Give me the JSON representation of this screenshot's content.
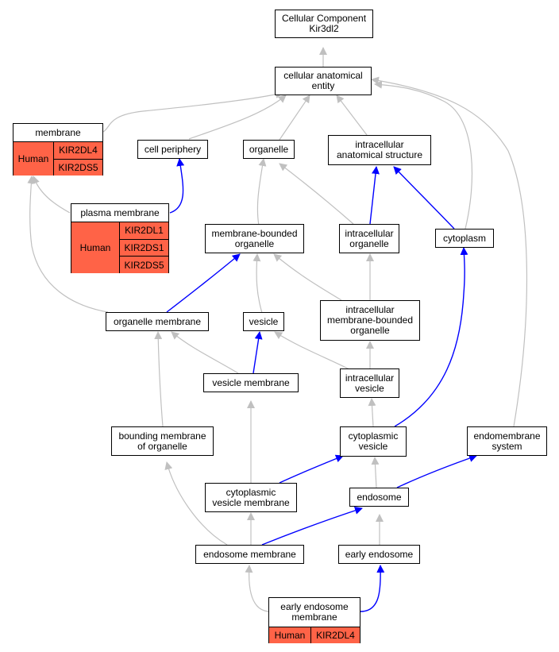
{
  "colors": {
    "edge_gray": "#c0c0c0",
    "edge_blue": "#0000ff",
    "annotation_fill": "#ff6347",
    "node_border": "#000000"
  },
  "nodes": {
    "cellular_component": "Cellular Component\nKir3dl2",
    "cellular_anatomical_entity": "cellular anatomical\nentity",
    "cell_periphery": "cell periphery",
    "organelle": "organelle",
    "intracellular_anatomical_structure": "intracellular\nanatomical structure",
    "membrane_bounded_organelle": "membrane-bounded\norganelle",
    "intracellular_organelle": "intracellular\norganelle",
    "cytoplasm": "cytoplasm",
    "organelle_membrane": "organelle membrane",
    "vesicle": "vesicle",
    "intracellular_membrane_bounded_organelle": "intracellular\nmembrane-bounded\norganelle",
    "vesicle_membrane": "vesicle membrane",
    "intracellular_vesicle": "intracellular\nvesicle",
    "bounding_membrane_of_organelle": "bounding membrane\nof organelle",
    "cytoplasmic_vesicle": "cytoplasmic\nvesicle",
    "endomembrane_system": "endomembrane\nsystem",
    "cytoplasmic_vesicle_membrane": "cytoplasmic\nvesicle membrane",
    "endosome": "endosome",
    "endosome_membrane": "endosome membrane",
    "early_endosome": "early endosome"
  },
  "annotated_nodes": {
    "membrane": {
      "title": "membrane",
      "species": "Human",
      "genes": [
        "KIR2DL4",
        "KIR2DS5"
      ]
    },
    "plasma_membrane": {
      "title": "plasma membrane",
      "species": "Human",
      "genes": [
        "KIR2DL1",
        "KIR2DS1",
        "KIR2DS5"
      ]
    },
    "early_endosome_membrane": {
      "title": "early endosome\nmembrane",
      "species": "Human",
      "genes": [
        "KIR2DL4"
      ]
    }
  }
}
